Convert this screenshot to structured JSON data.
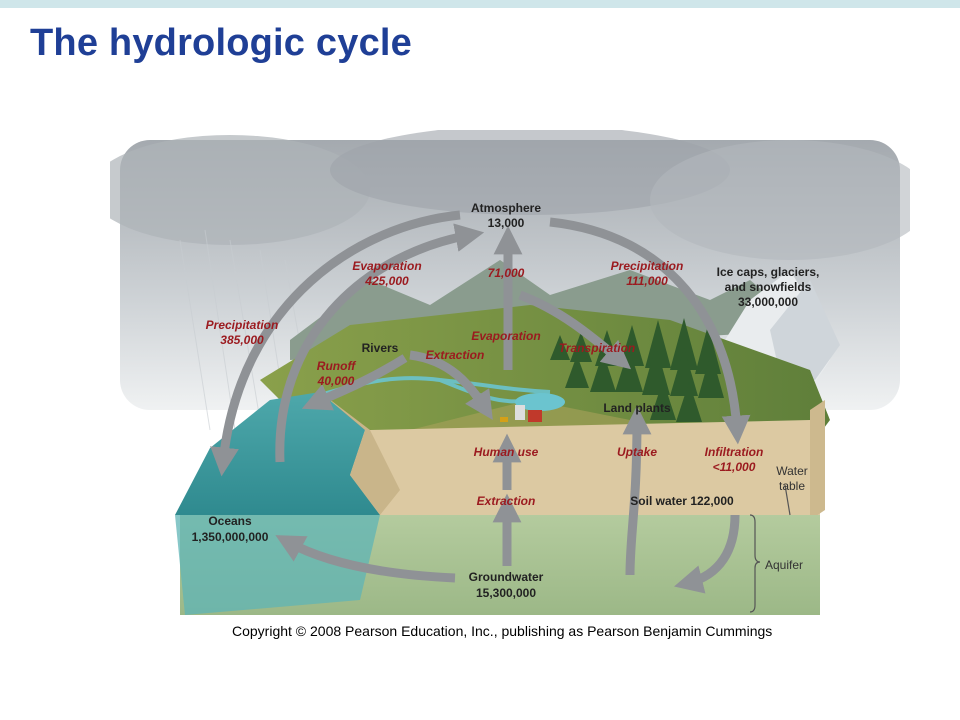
{
  "slide": {
    "title": "The hydrologic cycle",
    "copyright": "Copyright © 2008 Pearson Education, Inc., publishing as Pearson Benjamin Cummings"
  },
  "diagram": {
    "reservoirs": {
      "atmosphere": {
        "name": "Atmosphere",
        "value": "13,000"
      },
      "ice": {
        "line1": "Ice caps, glaciers,",
        "line2": "and snowfields",
        "value": "33,000,000"
      },
      "rivers": {
        "name": "Rivers"
      },
      "land_plants": {
        "name": "Land plants"
      },
      "soil_water": {
        "text": "Soil water 122,000"
      },
      "oceans": {
        "name": "Oceans",
        "value": "1,350,000,000"
      },
      "groundwater": {
        "name": "Groundwater",
        "value": "15,300,000"
      }
    },
    "flows": {
      "precip_ocean": {
        "name": "Precipitation",
        "value": "385,000"
      },
      "evap_ocean": {
        "name": "Evaporation",
        "value": "425,000"
      },
      "land_to_atm": {
        "value": "71,000"
      },
      "precip_land": {
        "name": "Precipitation",
        "value": "111,000"
      },
      "evaporation_land": {
        "name": "Evaporation"
      },
      "transpiration": {
        "name": "Transpiration"
      },
      "extraction_rivers": {
        "name": "Extraction"
      },
      "runoff": {
        "name": "Runoff",
        "value": "40,000"
      },
      "human_use": {
        "name": "Human use"
      },
      "uptake": {
        "name": "Uptake"
      },
      "infiltration": {
        "name": "Infiltration",
        "value": "<11,000"
      },
      "extraction_ground": {
        "name": "Extraction"
      }
    },
    "annotations": {
      "water_table_1": "Water",
      "water_table_2": "table",
      "aquifer": "Aquifer"
    },
    "colors": {
      "title": "#1f3f96",
      "flow_label": "#9b1a1f",
      "arrow": "#8f9296",
      "ocean": "#5fb4b6",
      "groundwater": "#a9c294",
      "soil": "#dcc9a2"
    }
  }
}
